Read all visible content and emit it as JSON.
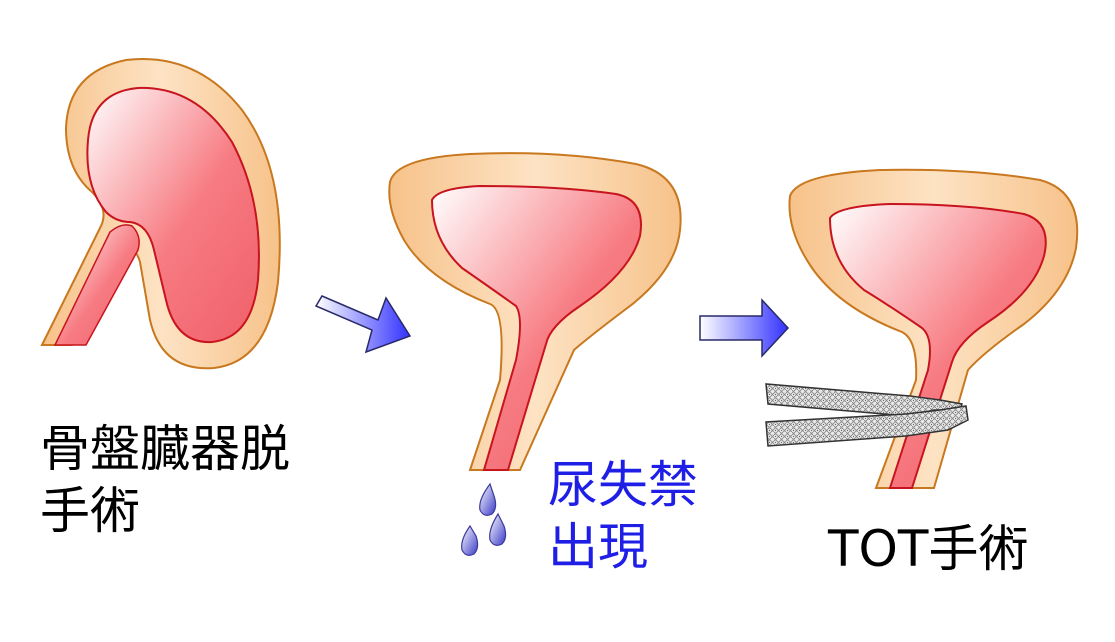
{
  "stages": [
    {
      "label_lines": [
        "骨盤臓器脱",
        "手術"
      ]
    },
    {
      "label_lines": [
        "尿失禁",
        "出現"
      ]
    },
    {
      "label_line": "TOT手術"
    }
  ],
  "colors": {
    "tissue_fill": "#f7c896",
    "tissue_stroke": "#c8781e",
    "lumen_dark": "#f0606a",
    "lumen_light": "#ffffff",
    "lumen_stroke": "#c8141e",
    "arrow_blue": "#3232ff",
    "incontinence_text": "#1e1ee6",
    "droplet": "#4a4acc"
  },
  "icons": [
    "bladder",
    "arrow-right",
    "droplet",
    "sling-tape"
  ]
}
